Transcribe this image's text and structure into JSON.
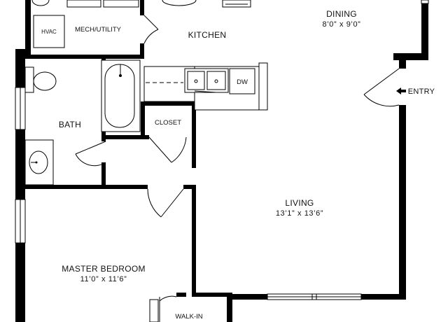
{
  "rooms": {
    "dining": {
      "name": "DINING",
      "dim": "8’0” x 9’0”"
    },
    "kitchen": {
      "name": "KITCHEN"
    },
    "mech": {
      "name": "MECH/UTILITY"
    },
    "hvac": {
      "name": "HVAC"
    },
    "bath": {
      "name": "BATH"
    },
    "closet": {
      "name": "CLOSET"
    },
    "living": {
      "name": "LIVING",
      "dim": "13’1” x 13’6”"
    },
    "master": {
      "name": "MASTER BEDROOM",
      "dim": "11’0” x 11’6”"
    },
    "walkin": {
      "name": "WALK-IN"
    }
  },
  "appliances": {
    "dishwasher": "DW"
  },
  "entry": {
    "label": "ENTRY",
    "arrow": "left-arrow-icon"
  }
}
